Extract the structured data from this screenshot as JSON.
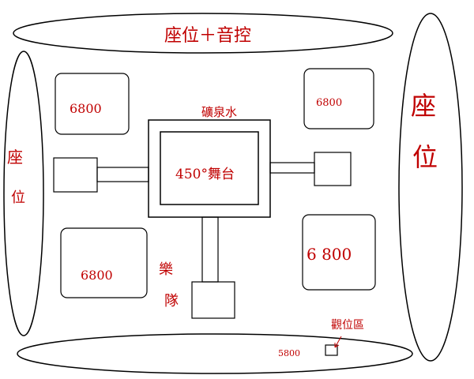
{
  "labels": {
    "top_seating": "座位＋音控",
    "left_seating_1": "座",
    "left_seating_2": "位",
    "right_seating_1": "座",
    "right_seating_2": "位",
    "table_top_left": "6800",
    "table_top_right": "6800",
    "table_bottom_left": "6800",
    "table_bottom_right": "6 800",
    "stage": "450°舞台",
    "above_stage": "礦泉水",
    "band_1": "樂",
    "band_2": "隊",
    "bottom_price": "5800",
    "bottom_right_note": "觀位區"
  },
  "colors": {
    "ink": "#c00000",
    "line": "#000000"
  }
}
